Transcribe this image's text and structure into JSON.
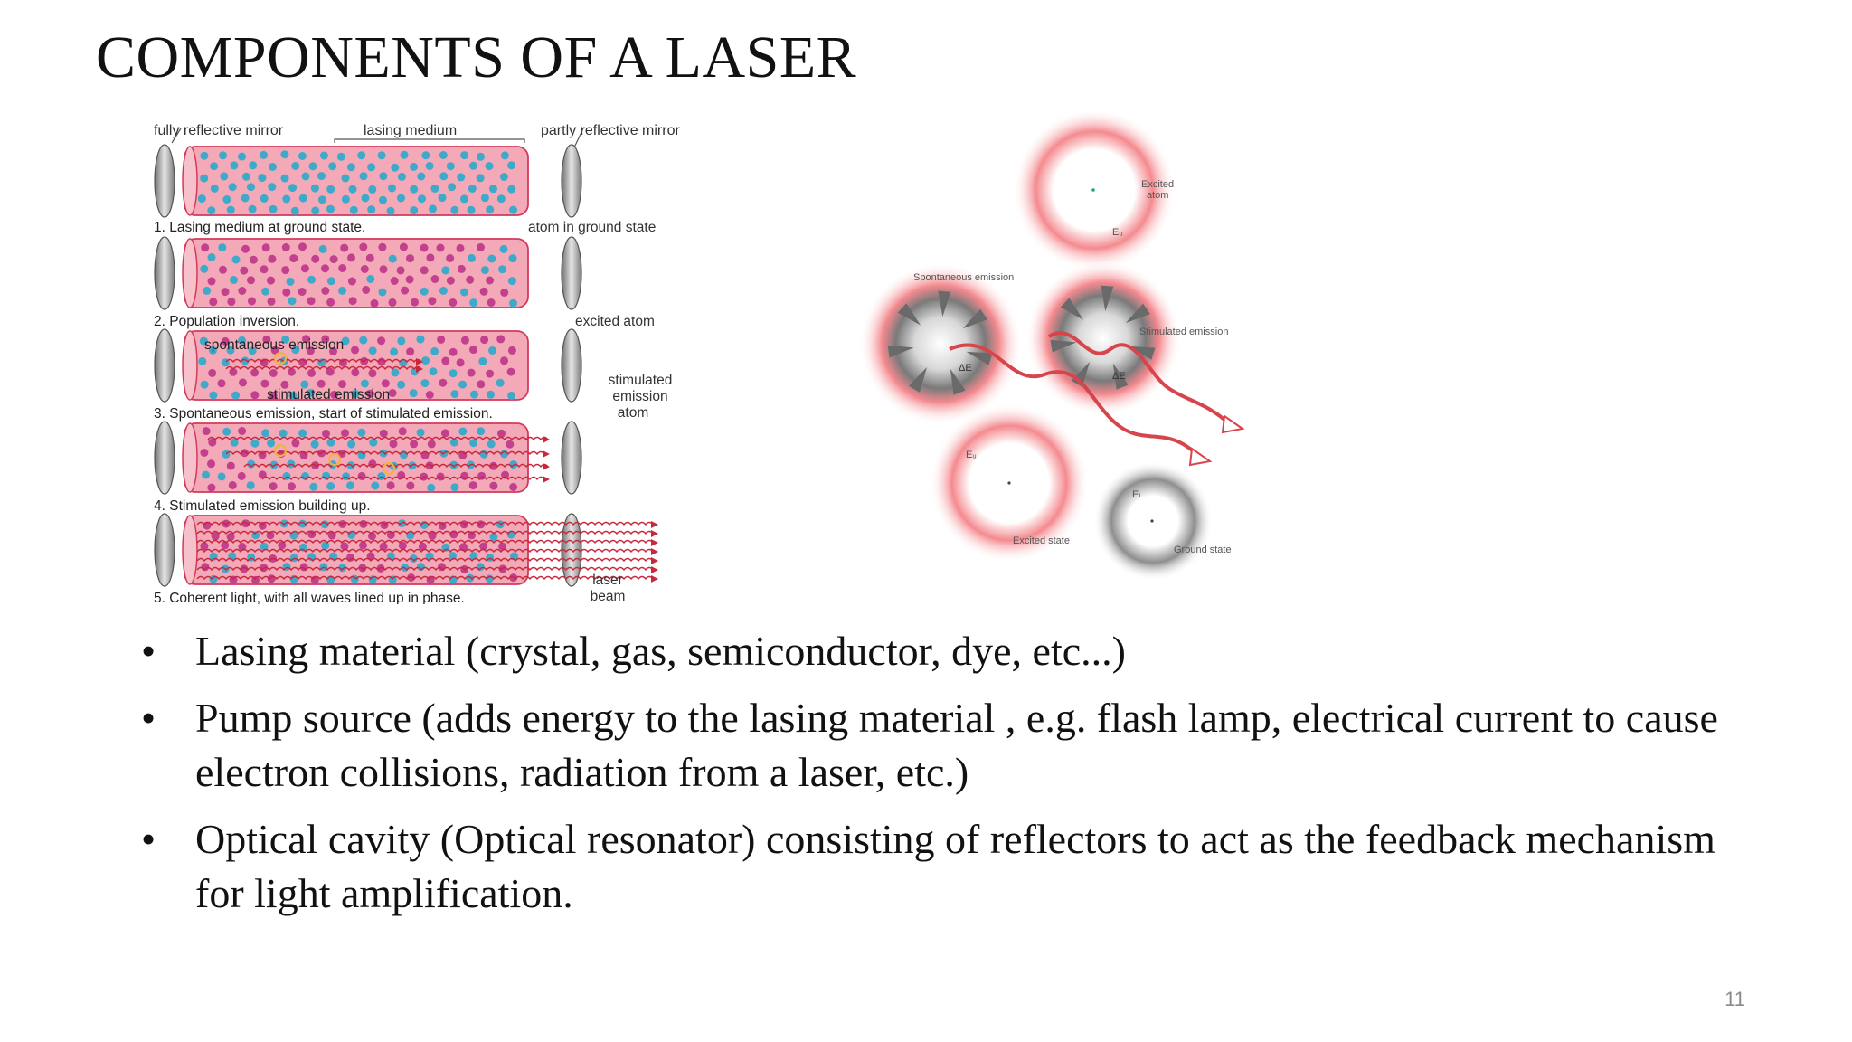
{
  "slide": {
    "title": "COMPONENTS OF A LASER",
    "page_number": "11"
  },
  "left_diagram": {
    "header_labels": {
      "fully_reflective_mirror": "fully reflective mirror",
      "lasing_medium": "lasing medium",
      "partly_reflective_mirror": "partly reflective mirror"
    },
    "stages": [
      {
        "caption": "1. Lasing medium at ground state."
      },
      {
        "caption": "2. Population inversion."
      },
      {
        "caption": "3. Spontaneous emission, start of stimulated emission."
      },
      {
        "caption": "4. Stimulated emission building up."
      },
      {
        "caption": "5. Coherent light, with all waves lined up in phase."
      }
    ],
    "legend": {
      "ground": "atom in ground state",
      "excited": "excited atom",
      "stimulated_line1": "stimulated",
      "stimulated_line2": "emission",
      "stimulated_line3": "atom"
    },
    "inner_labels": {
      "spontaneous": "spontaneous emission",
      "stimulated": "stimulated emission"
    },
    "laser_beam_line1": "laser",
    "laser_beam_line2": "beam",
    "colors": {
      "tube": "#f4a9b8",
      "tube_edge": "#d23a5a",
      "ground_atom": "#3fa9c9",
      "excited_atom": "#c2408e",
      "stimulated_atom": "#f1b43a",
      "wave": "#c8283c"
    }
  },
  "right_diagram": {
    "labels": {
      "excited_atom_l1": "Excited",
      "excited_atom_l2": "atom",
      "e_u_top": "Eᵤ",
      "spontaneous_emission": "Spontaneous emission",
      "stimulated_emission": "Stimulated emission",
      "delta_e_left": "ΔE",
      "delta_e_right": "ΔE",
      "e_u_bottom": "Eᵤ",
      "e_l": "Eₗ",
      "excited_state": "Excited state",
      "ground_state": "Ground state"
    },
    "colors": {
      "glow": "#f07a80",
      "ground": "#8e8e8e"
    }
  },
  "bullets": [
    {
      "text": "Lasing material (crystal, gas, semiconductor, dye, etc...)"
    },
    {
      "text": "Pump source (adds energy to the lasing material , e.g.  flash lamp, electrical current to cause electron collisions, radiation from a laser, etc.)"
    },
    {
      "text": "Optical cavity (Optical resonator) consisting of reflectors to act as the feedback mechanism for light amplification."
    }
  ],
  "bullet_glyph": "•"
}
